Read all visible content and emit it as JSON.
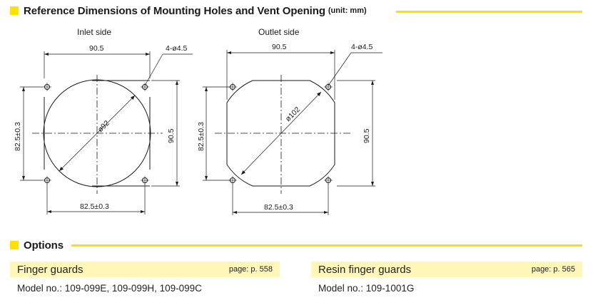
{
  "dimensions_section": {
    "title": "Reference Dimensions of Mounting Holes and Vent Opening",
    "unit": "(unit: mm)"
  },
  "inlet": {
    "label": "Inlet side",
    "width_dim": "90.5",
    "hole_callout": "4-ø4.5",
    "diameter_label": "ø92",
    "height_dim": "90.5",
    "hole_pitch_v": "82.5±0.3",
    "hole_pitch_h": "82.5±0.3"
  },
  "outlet": {
    "label": "Outlet side",
    "width_dim": "90.5",
    "hole_callout": "4-ø4.5",
    "diameter_label": "ø102",
    "height_dim": "90.5",
    "hole_pitch_v": "82.5±0.3",
    "hole_pitch_h": "82.5±0.3"
  },
  "options_section": {
    "title": "Options"
  },
  "options": [
    {
      "title": "Finger guards",
      "page": "page: p. 558",
      "model": "Model no.: 109-099E, 109-099H, 109-099C"
    },
    {
      "title": "Resin finger guards",
      "page": "page: p. 565",
      "model": "Model no.: 109-1001G"
    }
  ],
  "colors": {
    "accent_yellow": "#ffe000",
    "option_bar": "#fff7b8"
  }
}
